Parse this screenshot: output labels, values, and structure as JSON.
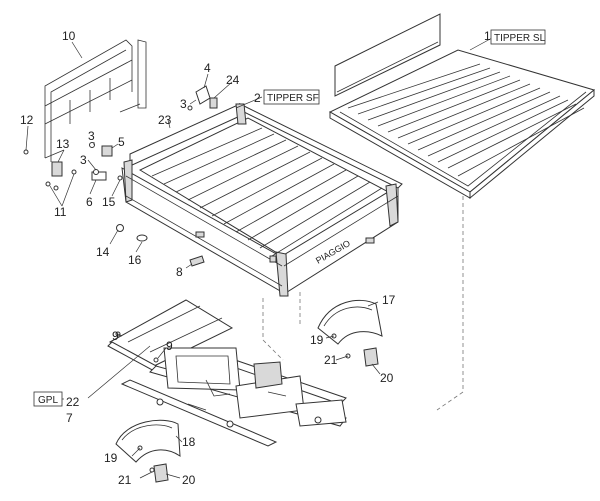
{
  "callouts": {
    "c1": "1",
    "c2": "2",
    "c3a": "3",
    "c3b": "3",
    "c3c": "3",
    "c4": "4",
    "c5": "5",
    "c6": "6",
    "c7": "7",
    "c8": "8",
    "c9a": "9",
    "c9b": "9",
    "c10": "10",
    "c11": "11",
    "c12": "12",
    "c13": "13",
    "c14": "14",
    "c15": "15",
    "c16": "16",
    "c17": "17",
    "c18": "18",
    "c19a": "19",
    "c19b": "19",
    "c20a": "20",
    "c20b": "20",
    "c21a": "21",
    "c21b": "21",
    "c22": "22",
    "c23": "23",
    "c24": "24"
  },
  "labels": {
    "tipper_sl": "TIPPER SL",
    "tipper_sf": "TIPPER SF",
    "gpl": "GPL",
    "brand": "PIAGGIO"
  }
}
